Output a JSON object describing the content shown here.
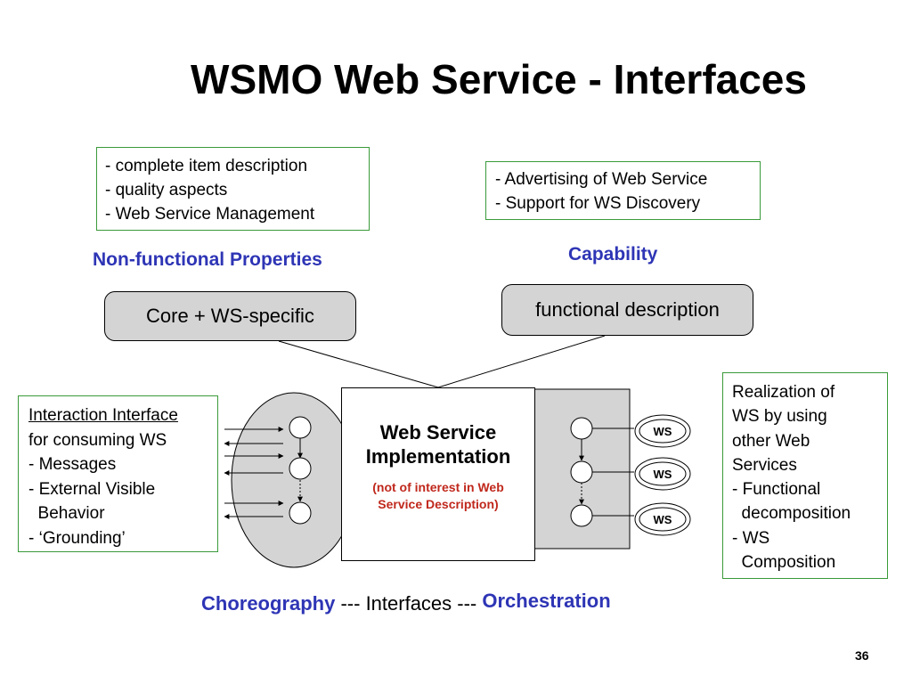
{
  "title": "WSMO Web Service - Interfaces",
  "nonfunctional": {
    "lines": [
      "- complete item description",
      "- quality aspects",
      "- Web Service Management"
    ],
    "heading": "Non-functional Properties",
    "pill": "Core + WS-specific"
  },
  "capability": {
    "lines": [
      "- Advertising of Web Service",
      "- Support for WS Discovery"
    ],
    "heading": "Capability",
    "pill": "functional description"
  },
  "interaction": {
    "heading": "Interaction Interface",
    "lines": [
      "for consuming WS",
      "- Messages",
      "- External Visible",
      "  Behavior",
      "- ‘Grounding’"
    ]
  },
  "web_service": {
    "title_line1": "Web Service",
    "title_line2": "Implementation",
    "note_line1": "(not of interest in Web",
    "note_line2": "Service Description)"
  },
  "realization": {
    "lines": [
      "Realization of",
      "WS by using",
      "other Web",
      "Services",
      "- Functional",
      "  decomposition",
      "- WS",
      "  Composition"
    ]
  },
  "ws_labels": [
    "WS",
    "WS",
    "WS"
  ],
  "bottom": {
    "choreography": "Choreography",
    "middle": " --- Interfaces --- ",
    "orchestration": "Orchestration"
  },
  "page_number": "36",
  "colors": {
    "heading_blue": "#2e35b5",
    "note_red": "#c0281c",
    "box_border_green": "#3a9a3a",
    "shape_gray": "#d4d4d4"
  }
}
